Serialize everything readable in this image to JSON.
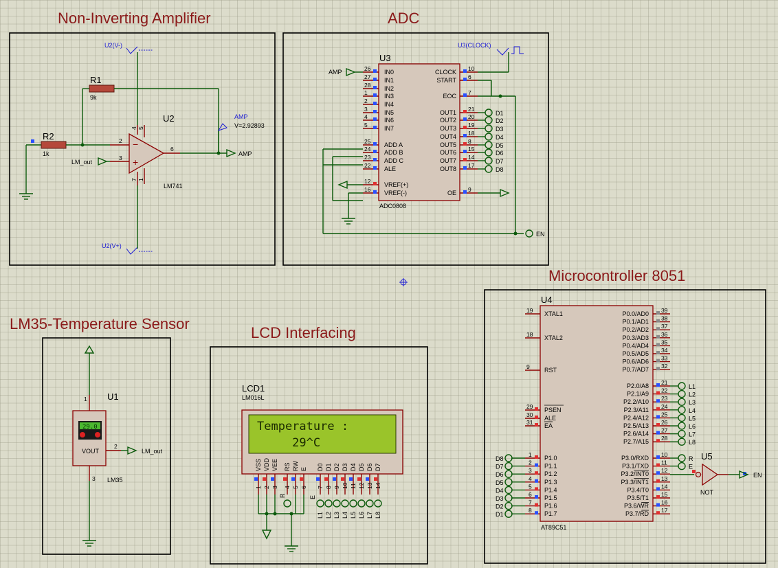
{
  "titles": {
    "amp": "Non-Inverting Amplifier",
    "adc": "ADC",
    "mcu": "Microcontroller 8051",
    "lm35": "LM35-Temperature Sensor",
    "lcd": "LCD Interfacing"
  },
  "amp": {
    "ref": "U2",
    "part": "LM741",
    "r1": "R1",
    "r1v": "9k",
    "r2": "R2",
    "r2v": "1k",
    "vminus": "U2(V-)",
    "vplus": "U2(V+)",
    "probe": "AMP",
    "probe_val": "V=2.92893",
    "in_label": "LM_out",
    "out_label": "AMP",
    "pins": {
      "inv": "2",
      "noninv": "3",
      "out": "6",
      "p4": "4",
      "p5": "5",
      "p7": "7",
      "p1": "1"
    }
  },
  "adc": {
    "ref": "U3",
    "part": "ADC0808",
    "clock": "U3(CLOCK)",
    "input": "AMP",
    "left_pins": [
      {
        "num": "26",
        "name": "IN0"
      },
      {
        "num": "27",
        "name": "IN1"
      },
      {
        "num": "28",
        "name": "IN2"
      },
      {
        "num": "1",
        "name": "IN3"
      },
      {
        "num": "2",
        "name": "IN4"
      },
      {
        "num": "3",
        "name": "IN5"
      },
      {
        "num": "4",
        "name": "IN6"
      },
      {
        "num": "5",
        "name": "IN7"
      },
      {
        "num": "25",
        "name": "ADD A"
      },
      {
        "num": "24",
        "name": "ADD B"
      },
      {
        "num": "23",
        "name": "ADD C"
      },
      {
        "num": "22",
        "name": "ALE"
      },
      {
        "num": "12",
        "name": "VREF(+)"
      },
      {
        "num": "16",
        "name": "VREF(-)"
      }
    ],
    "right_pins": [
      {
        "num": "10",
        "name": "CLOCK"
      },
      {
        "num": "6",
        "name": "START"
      },
      {
        "num": "7",
        "name": "EOC"
      },
      {
        "num": "21",
        "name": "OUT1",
        "net": "D1"
      },
      {
        "num": "20",
        "name": "OUT2",
        "net": "D2"
      },
      {
        "num": "19",
        "name": "OUT3",
        "net": "D3"
      },
      {
        "num": "18",
        "name": "OUT4",
        "net": "D4"
      },
      {
        "num": "8",
        "name": "OUT5",
        "net": "D5"
      },
      {
        "num": "15",
        "name": "OUT6",
        "net": "D6"
      },
      {
        "num": "14",
        "name": "OUT7",
        "net": "D7"
      },
      {
        "num": "17",
        "name": "OUT8",
        "net": "D8"
      },
      {
        "num": "9",
        "name": "OE"
      }
    ],
    "en": "EN"
  },
  "mcu": {
    "ref": "U4",
    "part": "AT89C51",
    "left_top": [
      {
        "num": "19",
        "name": "XTAL1"
      },
      {
        "num": "18",
        "name": "XTAL2"
      },
      {
        "num": "9",
        "name": "RST"
      },
      {
        "num": "29",
        "name": "PSEN"
      },
      {
        "num": "30",
        "name": "ALE"
      },
      {
        "num": "31",
        "name": "EA"
      }
    ],
    "left_p1": [
      {
        "num": "1",
        "name": "P1.0",
        "net": "D8"
      },
      {
        "num": "2",
        "name": "P1.1",
        "net": "D7"
      },
      {
        "num": "3",
        "name": "P1.2",
        "net": "D6"
      },
      {
        "num": "4",
        "name": "P1.3",
        "net": "D5"
      },
      {
        "num": "5",
        "name": "P1.4",
        "net": "D4"
      },
      {
        "num": "6",
        "name": "P1.5",
        "net": "D3"
      },
      {
        "num": "7",
        "name": "P1.6",
        "net": "D2"
      },
      {
        "num": "8",
        "name": "P1.7",
        "net": "D1"
      }
    ],
    "right_p0": [
      {
        "num": "39",
        "name": "P0.0/AD0"
      },
      {
        "num": "38",
        "name": "P0.1/AD1"
      },
      {
        "num": "37",
        "name": "P0.2/AD2"
      },
      {
        "num": "36",
        "name": "P0.3/AD3"
      },
      {
        "num": "35",
        "name": "P0.4/AD4"
      },
      {
        "num": "34",
        "name": "P0.5/AD5"
      },
      {
        "num": "33",
        "name": "P0.6/AD6"
      },
      {
        "num": "32",
        "name": "P0.7/AD7"
      }
    ],
    "right_p2": [
      {
        "num": "21",
        "name": "P2.0/A8",
        "net": "L1"
      },
      {
        "num": "22",
        "name": "P2.1/A9",
        "net": "L2"
      },
      {
        "num": "23",
        "name": "P2.2/A10",
        "net": "L3"
      },
      {
        "num": "24",
        "name": "P2.3/A11",
        "net": "L4"
      },
      {
        "num": "25",
        "name": "P2.4/A12",
        "net": "L5"
      },
      {
        "num": "26",
        "name": "P2.5/A13",
        "net": "L6"
      },
      {
        "num": "27",
        "name": "P2.6/A14",
        "net": "L7"
      },
      {
        "num": "28",
        "name": "P2.7/A15",
        "net": "L8"
      }
    ],
    "right_p3": [
      {
        "num": "10",
        "name": "P3.0/RXD",
        "net": "R"
      },
      {
        "num": "11",
        "name": "P3.1/TXD",
        "net": "E"
      },
      {
        "num": "12",
        "name": "P3.2/INT0",
        "net": ""
      },
      {
        "num": "13",
        "name": "P3.3/INT1",
        "net": ""
      },
      {
        "num": "14",
        "name": "P3.4/T0",
        "net": ""
      },
      {
        "num": "15",
        "name": "P3.5/T1",
        "net": ""
      },
      {
        "num": "16",
        "name": "P3.6/WR",
        "net": ""
      },
      {
        "num": "17",
        "name": "P3.7/RD",
        "net": ""
      }
    ],
    "not_ref": "U5",
    "not_part": "NOT",
    "en": "EN"
  },
  "lm35": {
    "ref": "U1",
    "part": "LM35",
    "display": "29.0",
    "vout": "VOUT",
    "out_label": "LM_out",
    "pins": {
      "p1": "1",
      "p2": "2",
      "p3": "3"
    }
  },
  "lcd": {
    "ref": "LCD1",
    "part": "LM016L",
    "line1": "Temperature :",
    "line2": "     29^C",
    "pins": [
      {
        "name": "VSS",
        "num": "1"
      },
      {
        "name": "VDD",
        "num": "2"
      },
      {
        "name": "VEE",
        "num": "3"
      },
      {
        "name": "RS",
        "num": "4"
      },
      {
        "name": "RW",
        "num": "5"
      },
      {
        "name": "E",
        "num": "6"
      },
      {
        "name": "D0",
        "num": "7"
      },
      {
        "name": "D1",
        "num": "8"
      },
      {
        "name": "D2",
        "num": "9"
      },
      {
        "name": "D3",
        "num": "10"
      },
      {
        "name": "D4",
        "num": "11"
      },
      {
        "name": "D5",
        "num": "12"
      },
      {
        "name": "D6",
        "num": "13"
      },
      {
        "name": "D7",
        "num": "14"
      }
    ],
    "rs_net": "R",
    "e_net": "E",
    "data_nets": [
      "L1",
      "L2",
      "L3",
      "L4",
      "L5",
      "L6",
      "L7",
      "L8"
    ]
  },
  "colors": {
    "title": "#8b1a1a",
    "wire": "#0b5a0b",
    "chip_fill": "#d6c8bb",
    "chip_border": "#8b0000",
    "lcd_screen": "#9ac42a"
  }
}
